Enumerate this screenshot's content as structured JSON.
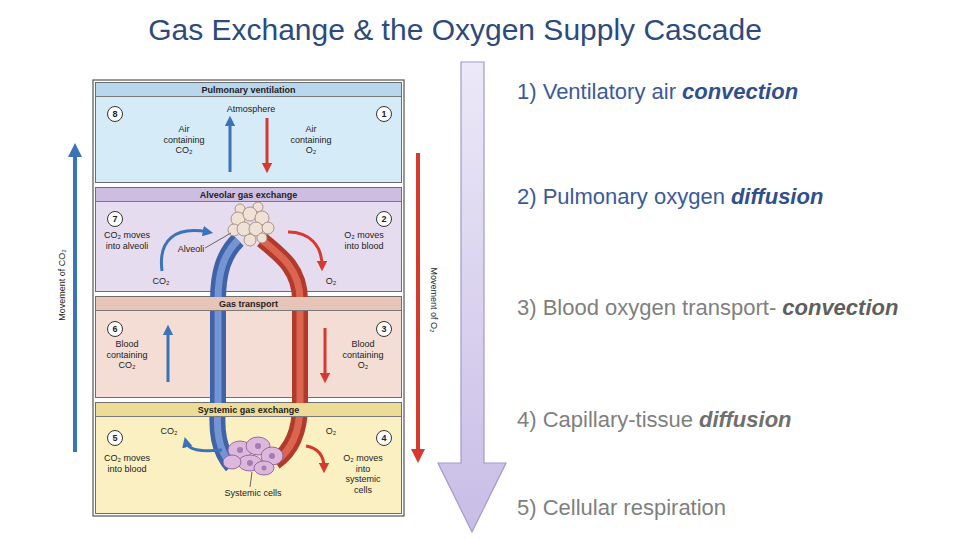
{
  "diagram": {
    "title": "Gas Exchange & the Oxygen Supply Cascade",
    "nodes": [
      {
        "text": [
          "Pulmonary ventilation",
          "Atmosphere",
          "Air containing CO₂",
          "Air containing O₂"
        ]
      },
      {
        "text": [
          "8"
        ],
        "in": 0
      },
      {
        "text": [
          "1"
        ],
        "in": 0
      },
      {
        "text": [
          "Alveolar gas exchange",
          "CO₂ moves into alveoli",
          "Alveoli",
          "CO₂",
          "O₂ moves into blood",
          "O₂"
        ]
      },
      {
        "text": [
          "7"
        ],
        "in": 3
      },
      {
        "text": [
          "2"
        ],
        "in": 3
      },
      {
        "text": [
          "Gas transport",
          "Blood containing CO₂",
          "Blood containing O₂"
        ]
      },
      {
        "text": [
          "6"
        ],
        "in": 6
      },
      {
        "text": [
          "3"
        ],
        "in": 6
      },
      {
        "text": [
          "Systemic gas exchange",
          "CO₂",
          "O₂",
          "CO₂ moves into blood",
          "O₂ moves into systemic cells",
          "Systemic cells"
        ]
      },
      {
        "text": [
          "5"
        ],
        "in": 9
      },
      {
        "text": [
          "4"
        ],
        "in": 9
      }
    ],
    "labels": [
      "Movement of CO₂",
      "Movement of O₂",
      "1) Ventilatory air",
      "convection",
      "2) Pulmonary oxygen",
      "diffusion",
      "3) Blood oxygen transport-",
      "convection",
      "4) Capillary-tissue",
      "diffusion",
      "5) Cellular respiration"
    ]
  }
}
